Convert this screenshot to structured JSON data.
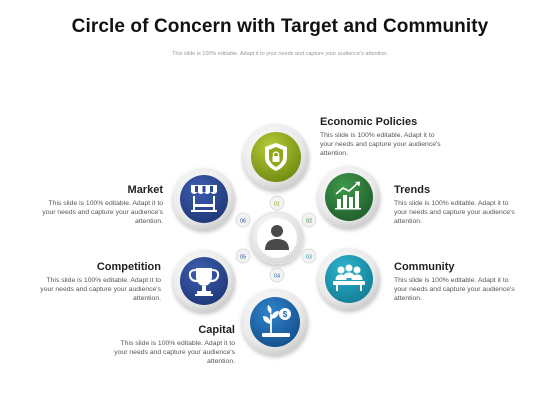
{
  "title": "Circle of Concern with Target and Community",
  "subtitle": "This slide is 100% editable. Adapt it to your needs and capture your audience's attention.",
  "colors": {
    "green": "#8fa81a",
    "dark_green": "#2e7d3a",
    "blue_dark": "#2c4a9a",
    "teal": "#1b98b5",
    "blue_medium": "#1e67b0"
  },
  "center_icon": "person-icon",
  "items": [
    {
      "number": "01",
      "heading": "Economic Policies",
      "description": "This slide is 100% editable. Adapt it to your needs and capture your audience's attention.",
      "icon": "shield-check-icon"
    },
    {
      "number": "02",
      "heading": "Trends",
      "description": "This slide is 100% editable. Adapt it to your needs and capture your audience's attention.",
      "icon": "bar-chart-trend-icon"
    },
    {
      "number": "03",
      "heading": "Community",
      "description": "This slide is 100% editable. Adapt it to your needs and capture your audience's attention.",
      "icon": "meeting-group-icon"
    },
    {
      "number": "04",
      "heading": "Capital",
      "description": "This slide is 100% editable. Adapt it to your needs and capture your audience's attention.",
      "icon": "money-plant-icon"
    },
    {
      "number": "05",
      "heading": "Competition",
      "description": "This slide is 100% editable. Adapt it to your needs and capture your audience's attention.",
      "icon": "trophy-icon"
    },
    {
      "number": "06",
      "heading": "Market",
      "description": "This slide is 100% editable. Adapt it to your needs and capture your audience's attention.",
      "icon": "market-stall-icon"
    }
  ]
}
